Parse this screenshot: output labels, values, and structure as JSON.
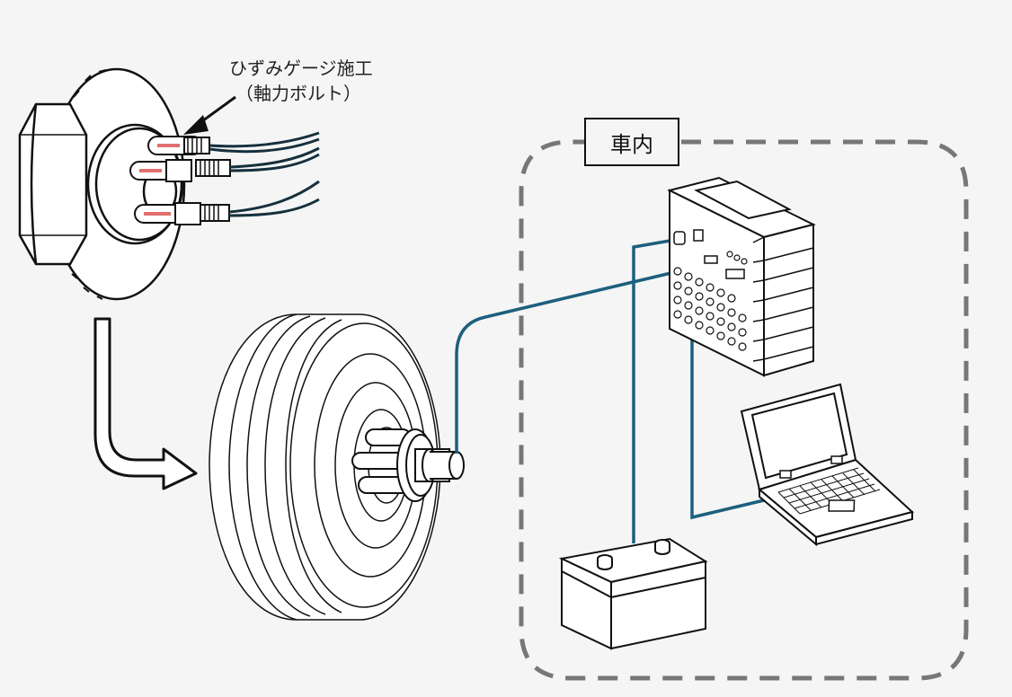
{
  "annotation": {
    "line1": "ひずみゲージ施工",
    "line2": "（軸力ボルト）"
  },
  "interior": {
    "label": "車内"
  },
  "colors": {
    "cable": "#1d5f7e",
    "gauge": "#e07070",
    "line": "#111111",
    "dash": "#777777",
    "background": "#f5f5f5"
  },
  "icons": [
    "hub-flange-icon",
    "strain-gauge-bolt-icon",
    "arrow-icon",
    "tire-icon",
    "data-logger-icon",
    "laptop-icon",
    "battery-icon"
  ]
}
